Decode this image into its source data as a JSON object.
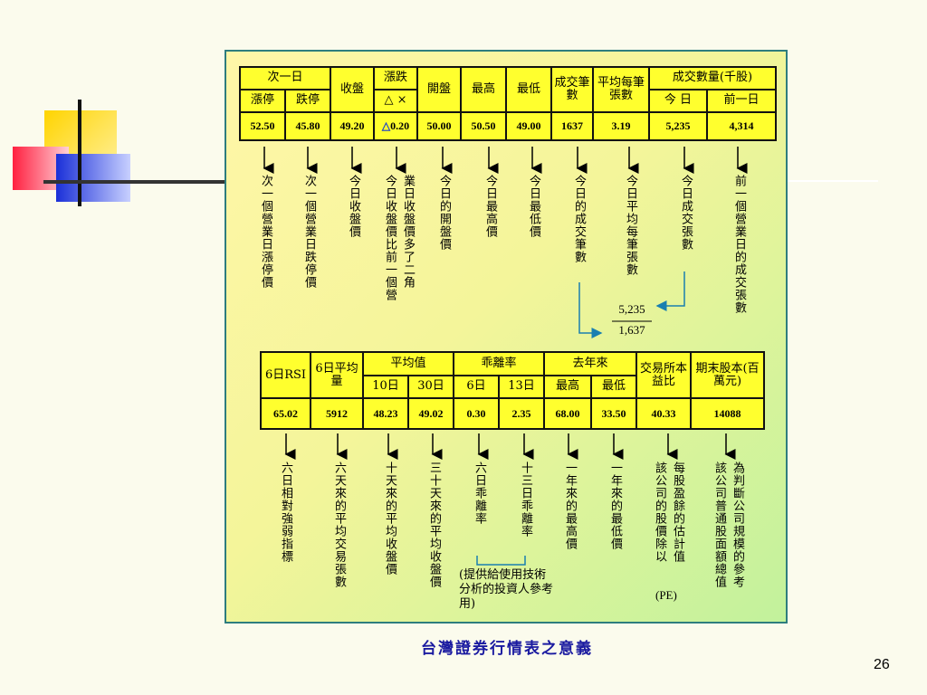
{
  "colors": {
    "accent": "#1a1aa0",
    "table_fill": "#ffff2e",
    "panel_border": "#2e7d7e",
    "arrow": "#000000",
    "bracket": "#1a7fb0"
  },
  "table1": {
    "h_next_day": "次一日",
    "h_limit_up": "漲停",
    "h_limit_down": "跌停",
    "h_close": "收盤",
    "h_change": "漲跌",
    "h_change_sym": "△ ×",
    "h_open": "開盤",
    "h_high": "最高",
    "h_low": "最低",
    "h_trades": "成交筆數",
    "h_avg": "平均每筆張數",
    "h_volume": "成交數量(千股)",
    "h_today": "今 日",
    "h_prev": "前一日",
    "v_limit_up": "52.50",
    "v_limit_down": "45.80",
    "v_close": "49.20",
    "v_change_sym": "△",
    "v_change": "0.20",
    "v_open": "50.00",
    "v_high": "50.50",
    "v_low": "49.00",
    "v_trades": "1637",
    "v_avg": "3.19",
    "v_today": "5,235",
    "v_prev": "4,314"
  },
  "desc1": [
    "次一個營業日漲停價",
    "次一個營業日跌停價",
    "今日收盤價",
    "今日收盤價比前一個營",
    "業日收盤價多了二角",
    "今日的開盤價",
    "今日最高價",
    "今日最低價",
    "今日的成交筆數",
    "今日平均每筆張數",
    "今日成交張數",
    "前一個營業日的成交張數"
  ],
  "fraction": {
    "numerator": "5,235",
    "denominator": "1,637"
  },
  "table2": {
    "h_rsi": "6日RSI",
    "h_avgvol": "6日平均量",
    "h_ma": "平均值",
    "h_ma10": "10日",
    "h_ma30": "30日",
    "h_bias": "乖離率",
    "h_b6": "6日",
    "h_b13": "13日",
    "h_year": "去年來",
    "h_yhigh": "最高",
    "h_ylow": "最低",
    "h_pe": "交易所本益比",
    "h_cap": "期末股本(百萬元)",
    "v_rsi": "65.02",
    "v_avgvol": "5912",
    "v_ma10": "48.23",
    "v_ma30": "49.02",
    "v_b6": "0.30",
    "v_b13": "2.35",
    "v_yhigh": "68.00",
    "v_ylow": "33.50",
    "v_pe": "40.33",
    "v_cap": "14088"
  },
  "desc2": [
    "六日相對強弱指標",
    "六天來的平均交易張數",
    "十天來的平均收盤價",
    "三十天來的平均收盤價",
    "六日乖離率",
    "十三日乖離率",
    "一年來的最高價",
    "一年來的最低價",
    "該公司的股價除以",
    "每股盈餘的估計值",
    "該公司普通股面額總值",
    "為判斷公司規模的參考"
  ],
  "pe_note": "(PE)",
  "bias_note": "(提供給使用技術分析的投資人參考用)",
  "title": "台灣證券行情表之意義",
  "page_number": "26"
}
